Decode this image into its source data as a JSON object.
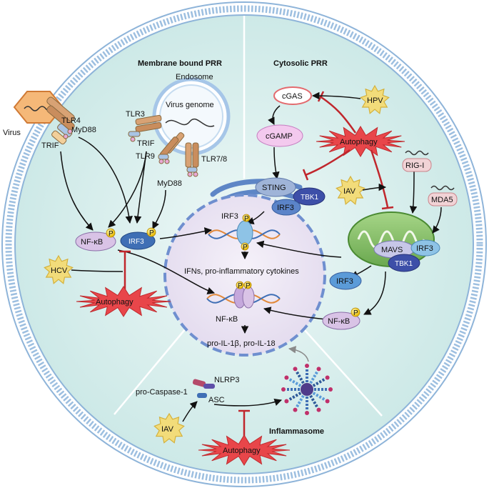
{
  "colors": {
    "cell_fill": "#dff1f0",
    "membrane": "#7fa7cf",
    "nucleus_fill": "#ece6f3",
    "nucleus_border": "#6f8fcf",
    "autophagy": "#e8464a",
    "inhibition": "#c0262c",
    "arrow": "#111111",
    "virus_sun": "#f2dc7a",
    "mito": "#8cc56a",
    "er": "#5e86c6"
  },
  "sections": {
    "membrane_prr": "Membrane bound PRR",
    "cytosolic_prr": "Cytosolic PRR",
    "inflammasome": "Inflammasome"
  },
  "membrane": {
    "virus": "Virus",
    "tlr4": "TLR4",
    "myd88_a": "MyD88",
    "trif_a": "TRIF",
    "endosome": "Endosome",
    "virus_genome": "Virus genome",
    "tlr3": "TLR3",
    "trif_b": "TRIF",
    "tlr9": "TLR9",
    "tlr78": "TLR7/8",
    "myd88_b": "MyD88",
    "nfkb": "NF-κB",
    "irf3": "IRF3",
    "hcv": "HCV",
    "autophagy": "Autophagy"
  },
  "cytosolic": {
    "cgas": "cGAS",
    "hpv": "HPV",
    "cgamp": "cGAMP",
    "autophagy": "Autophagy",
    "sting": "STING",
    "tbk1_a": "TBK1",
    "irf3_a": "IRF3",
    "iav": "IAV",
    "rigi": "RIG-I",
    "mda5": "MDA5",
    "mavs": "MAVS",
    "irf3_b": "IRF3",
    "tbk1_b": "TBK1",
    "irf3_c": "IRF3",
    "nfkb": "NF-κB"
  },
  "nucleus": {
    "irf3": "IRF3",
    "ifns": "IFNs, pro-inflammatory cytokines",
    "nfkb": "NF-κB",
    "pro_il": "pro-IL-1β, pro-IL-18"
  },
  "inflam": {
    "pro_caspase": "pro-Caspase-1",
    "nlrp3": "NLRP3",
    "asc": "ASC",
    "iav": "IAV",
    "autophagy": "Autophagy"
  },
  "phospho": "P"
}
